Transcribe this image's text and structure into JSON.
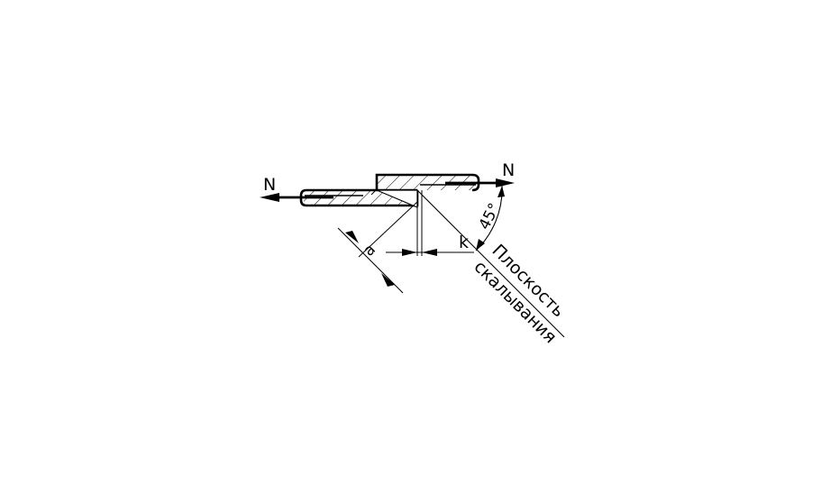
{
  "diagram": {
    "force_left_label": "N",
    "force_right_label": "N",
    "angle_label": "45°",
    "leg_label": "k",
    "throat_label": "a",
    "plane_label_line1": "Плоскость",
    "plane_label_line2": "скалывания"
  }
}
